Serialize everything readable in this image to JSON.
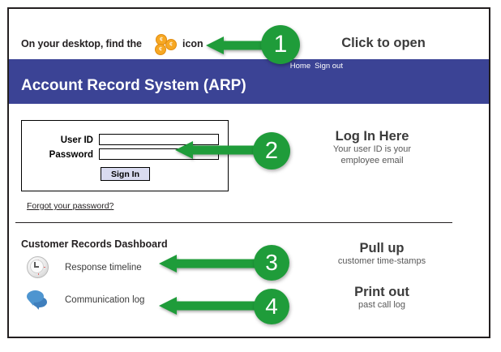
{
  "desktop_instruction": {
    "text_before": "On your desktop, find the",
    "text_after": "icon",
    "icon_name": "coins-icon",
    "coin_glyph": "¢"
  },
  "app_header": {
    "title": "Account Record System (ARP)",
    "nav": {
      "home": "Home",
      "sign_out": "Sign out"
    },
    "background_color": "#3b4395"
  },
  "login": {
    "userid_label": "User ID",
    "userid_value": "",
    "userid_placeholder": "",
    "password_label": "Password",
    "password_value": "",
    "password_placeholder": "",
    "signin_label": "Sign In",
    "forgot_label": "Forgot your password?"
  },
  "dashboard": {
    "title": "Customer Records Dashboard",
    "items": [
      {
        "label": "Response timeline",
        "icon": "clock-icon"
      },
      {
        "label": "Communication log",
        "icon": "speech-bubbles-icon"
      }
    ]
  },
  "annotations": {
    "accent_color": "#1f9c3a",
    "steps": [
      {
        "number": "1",
        "heading": "Click to open",
        "subtext": ""
      },
      {
        "number": "2",
        "heading": "Log In Here",
        "subtext": "Your user ID is your\nemployee email"
      },
      {
        "number": "3",
        "heading": "Pull up",
        "subtext": "customer time-stamps"
      },
      {
        "number": "4",
        "heading": "Print out",
        "subtext": "past call log"
      }
    ]
  }
}
